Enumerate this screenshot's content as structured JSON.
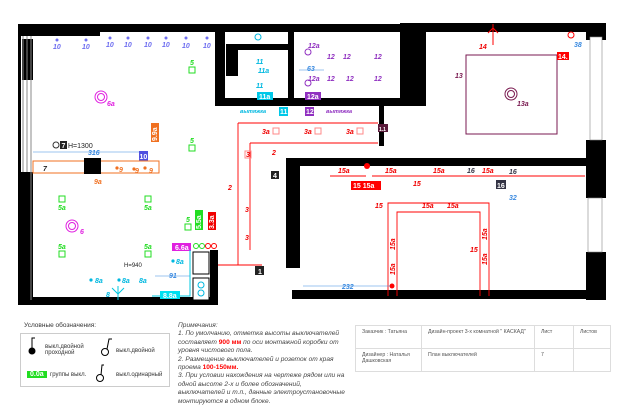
{
  "plan": {
    "l10": "10",
    "l5": "5",
    "l6a": "6а",
    "l99a": "9.9а",
    "l7badge": "7",
    "lH1300": "H=1300",
    "l316": "316",
    "l10badge": "10",
    "l7": "7",
    "l9": "9",
    "l9a": "9а",
    "l5a": "5а",
    "l6": "6",
    "l55a": "5.5а",
    "l33a": "3.3а",
    "l66a": "6.6а",
    "lH940": "H=940",
    "l8a": "8а",
    "l91": "91",
    "l8": "8",
    "l88a": "8.8а",
    "l11": "11",
    "l11a": "11а",
    "l63": "63",
    "l12a": "12а",
    "l12": "12",
    "vytyazhka": "вытяжка",
    "l3a": "3а",
    "l3": "3",
    "l2": "2",
    "l1": "1",
    "l4": "4",
    "l11b": "1.1",
    "l232": "232",
    "l15": "15",
    "l15a": "15а",
    "l1515a": "15 15а",
    "l16": "16",
    "l32": "32",
    "l14": "14",
    "l38": "38",
    "l14badge": "14.",
    "l13": "13",
    "l13a": "13а"
  },
  "legend": {
    "title": "Условные обозначения:",
    "double_pass": "выкл.двойной проходной",
    "double": "выкл.двойной",
    "groups_badge": "0.0а",
    "groups": "группы выкл.",
    "single": "выкл.одинарный"
  },
  "notes": {
    "title": "Примечания:",
    "n1a": "1. По умолчанию, отметка высоты выключателей составляет ",
    "n1b": "900 мм",
    "n1c": " по оси монтажной коробки от уровня чистового пола.",
    "n2a": "2. Размещение выключателей и розеток от края проема ",
    "n2b": "100-150мм.",
    "n3": "3. При условии нахождения на чертеже рядом или на одной высоте 2-х и более обозначений, выключателей и т.п., данные электроустановочные монтируются в одном блоке."
  },
  "title_block": {
    "customer": "Заказчик : Татьяна",
    "project": "Дизайн-проект 3-х комнатной \" КАСКАД\"",
    "sheet_label": "Лист",
    "sheets_label": "Листов",
    "designer": "Дизайнер : Наталья Дашковская",
    "drawing": "План выключателей",
    "sheet": "7",
    "sheets": ""
  }
}
